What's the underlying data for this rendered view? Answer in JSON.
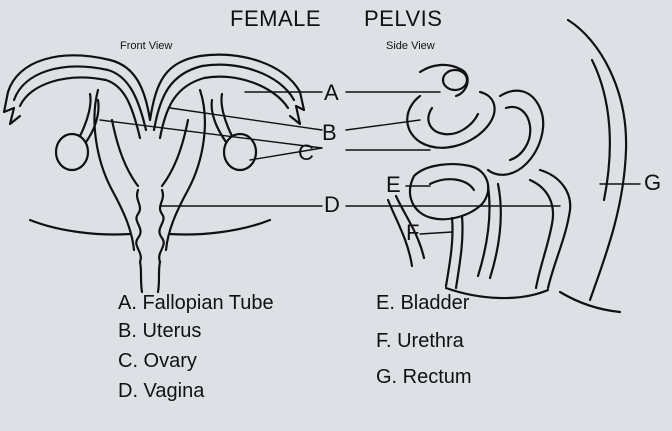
{
  "title": {
    "left": "FEMALE",
    "right": "PELVIS"
  },
  "views": {
    "front": "Front View",
    "side": "Side View"
  },
  "callouts": {
    "A": "A",
    "B": "B",
    "C": "C",
    "D": "D",
    "E": "E",
    "F": "F",
    "G": "G"
  },
  "legend": [
    "A. Fallopian Tube",
    "B. Uterus",
    "C. Ovary",
    "D. Vagina",
    "E. Bladder",
    "F. Urethra",
    "G. Rectum"
  ]
}
